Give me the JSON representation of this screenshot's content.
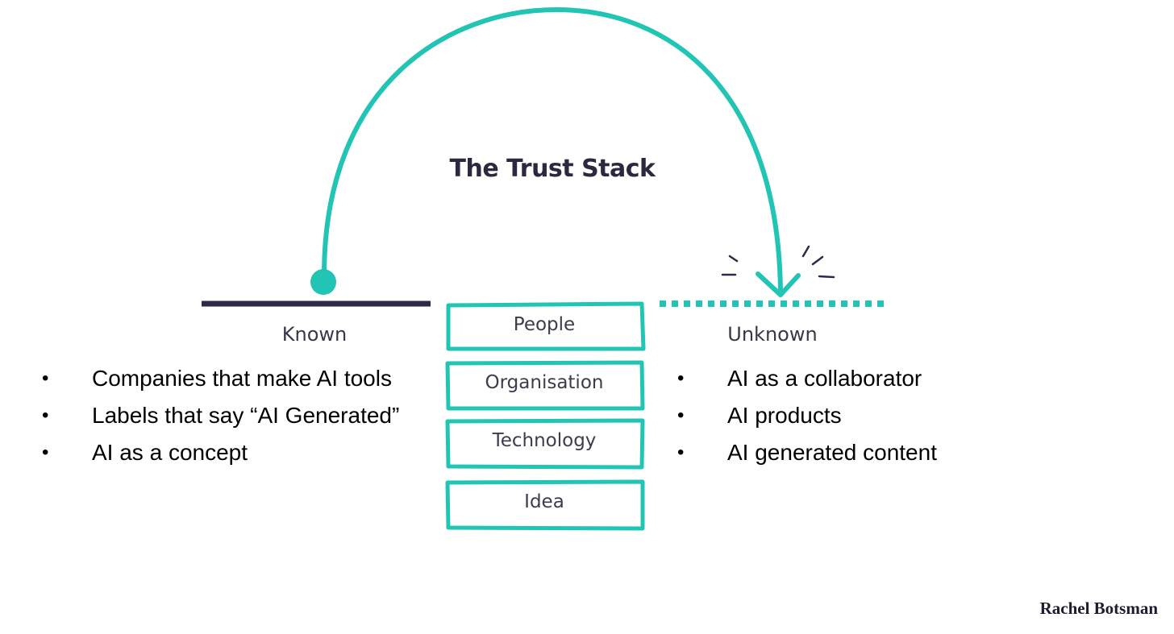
{
  "title": "The Trust Stack",
  "known": {
    "label": "Known",
    "items": [
      "Companies that make AI tools",
      "Labels that say “AI Generated”",
      "AI as a concept"
    ]
  },
  "unknown": {
    "label": "Unknown",
    "items": [
      "AI as a collaborator",
      "AI products",
      "AI generated content"
    ]
  },
  "stack": [
    "People",
    "Organisation",
    "Technology",
    "Idea"
  ],
  "credit": "Rachel Botsman",
  "colors": {
    "accent": "#22c4b4",
    "dark": "#2e2a48",
    "text": "#3e3c4c"
  }
}
